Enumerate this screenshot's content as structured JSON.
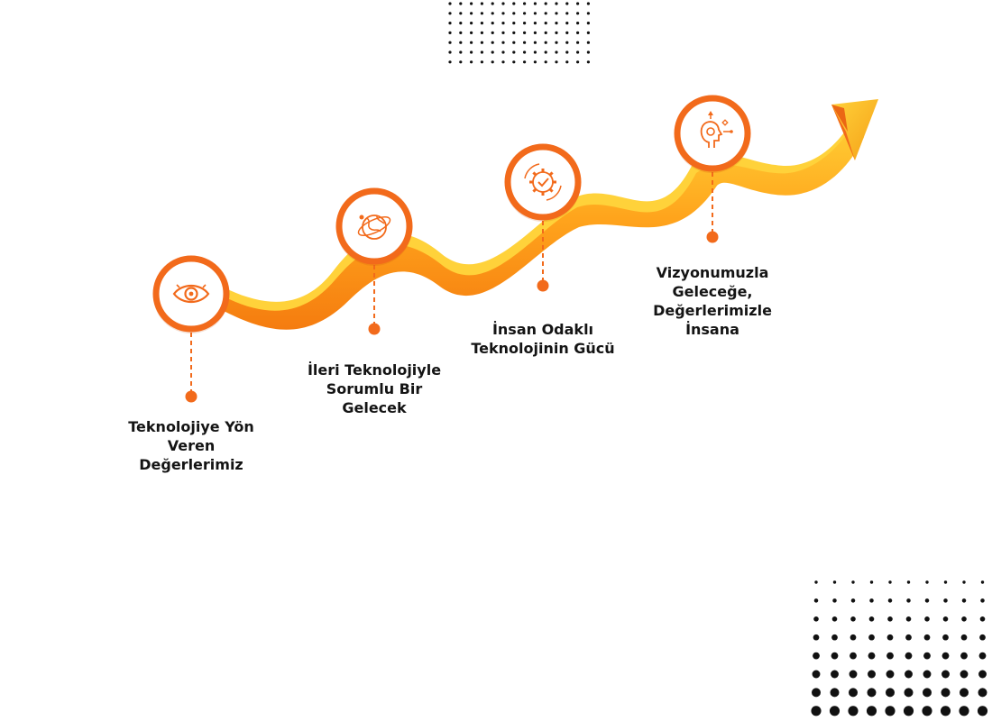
{
  "colors": {
    "accent": "#f26a1b",
    "ribbon_dark": "#f57c0f",
    "ribbon_mid": "#ffa41c",
    "ribbon_light": "#ffc830",
    "text": "#141414",
    "dots": "#111111"
  },
  "steps": [
    {
      "icon": "eye-icon",
      "lines": [
        "Teknolojiye Yön",
        "Veren",
        "Değerlerimiz"
      ]
    },
    {
      "icon": "globe-orbit-icon",
      "lines": [
        "İleri Teknolojiyle",
        "Sorumlu Bir",
        "Gelecek"
      ]
    },
    {
      "icon": "gear-check-icon",
      "lines": [
        "İnsan Odaklı",
        "Teknolojinin Gücü"
      ]
    },
    {
      "icon": "head-gear-icon",
      "lines": [
        "Vizyonumuzla",
        "Geleceğe,",
        "Değerlerimizle",
        "İnsana"
      ]
    }
  ]
}
